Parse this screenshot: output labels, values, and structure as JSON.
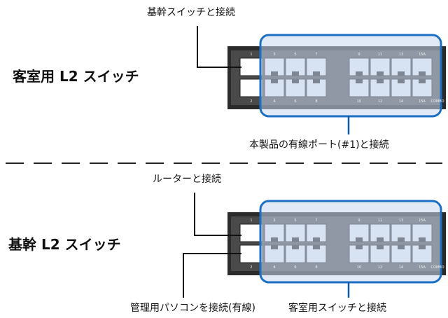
{
  "top_section": {
    "device_title": "客室用 L2 スイッチ",
    "callout_top": "基幹スイッチと接続",
    "callout_bottom": "本製品の有線ポート(#1)と接続"
  },
  "bottom_section": {
    "device_title": "基幹 L2 スイッチ",
    "callout_top": "ルーターと接続",
    "callout_bottom_left": "管理用パソコンを接続(有線)",
    "callout_bottom_right": "客室用スイッチと接続"
  },
  "switch_panel": {
    "top_row_numbers": [
      "1",
      "3",
      "5",
      "7",
      "9",
      "11",
      "13",
      "15A"
    ],
    "bottom_row_numbers": [
      "2",
      "4",
      "6",
      "8",
      "10",
      "12",
      "14",
      "15A"
    ],
    "combo_label": "COMBO"
  },
  "colors": {
    "highlight_border": "#1b6fc4",
    "highlight_fill": "#c9d8ee",
    "panel": "#2b2b2b",
    "callout_line": "#0f5aa8"
  }
}
